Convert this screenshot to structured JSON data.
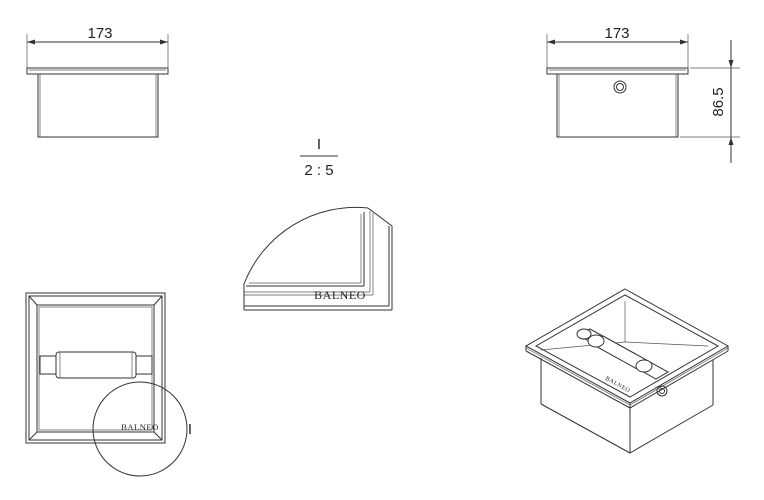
{
  "dimensions": {
    "front_width": "173",
    "side_width": "173",
    "side_height": "86.5"
  },
  "detail": {
    "marker": "I",
    "scale": "2 : 5"
  },
  "brand": {
    "name": "BALNEO"
  }
}
